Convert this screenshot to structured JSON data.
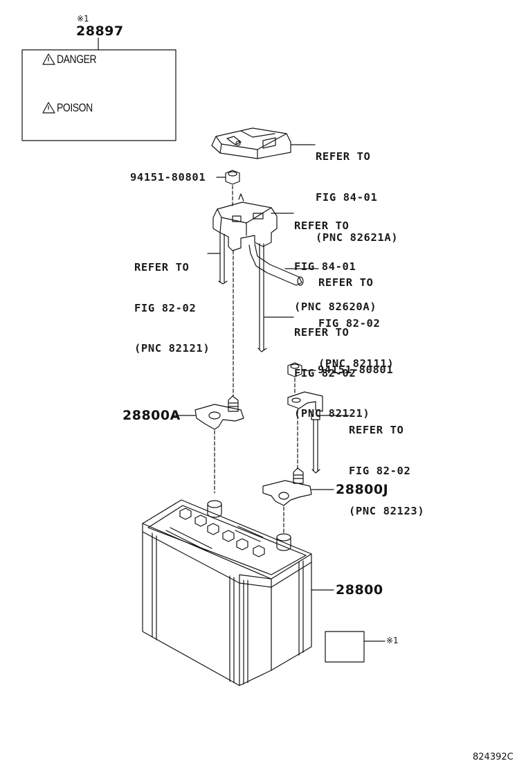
{
  "label_part": {
    "number": "28897",
    "note_mark": "※1",
    "warnings": [
      "DANGER",
      "POISON"
    ]
  },
  "references": [
    {
      "id": "ref-84-01-a",
      "lines": [
        "REFER TO",
        "FIG 84-01",
        "(PNC 82621A)"
      ]
    },
    {
      "id": "ref-84-01-b",
      "lines": [
        "REFER TO",
        "FIG 84-01",
        "(PNC 82620A)"
      ]
    },
    {
      "id": "ref-82-02-left",
      "lines": [
        "REFER TO",
        "FIG 82-02",
        "(PNC 82121)"
      ]
    },
    {
      "id": "ref-82-02-82111",
      "lines": [
        "REFER TO",
        "FIG 82-02",
        "(PNC 82111)"
      ]
    },
    {
      "id": "ref-82-02-82121",
      "lines": [
        "REFER TO",
        "FIG 82-02",
        "(PNC 82121)"
      ]
    },
    {
      "id": "ref-82-02-82123",
      "lines": [
        "REFER TO",
        "FIG 82-02",
        "(PNC 82123)"
      ]
    }
  ],
  "parts": {
    "nut_top": "94151-80801",
    "nut_right": "94151-80801",
    "clamp_positive": "28800A",
    "clamp_negative": "28800J",
    "battery": "28800",
    "battery_label_mark": "※1"
  },
  "illustration_id": "824392C"
}
